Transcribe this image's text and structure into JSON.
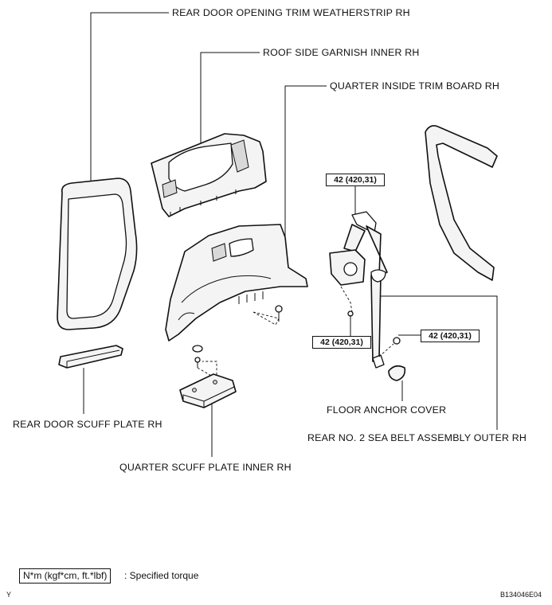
{
  "labels": {
    "weatherstrip": "REAR DOOR OPENING TRIM WEATHERSTRIP RH",
    "roof_garnish": "ROOF SIDE GARNISH INNER RH",
    "quarter_trim": "QUARTER INSIDE TRIM BOARD RH",
    "door_scuff": "REAR DOOR SCUFF PLATE RH",
    "quarter_scuff": "QUARTER SCUFF PLATE INNER RH",
    "floor_anchor_cover": "FLOOR ANCHOR COVER",
    "seat_belt": "REAR NO. 2 SEA BELT ASSEMBLY OUTER RH"
  },
  "torque_specs": [
    "42 (420,31)",
    "42 (420,31)",
    "42 (420,31)"
  ],
  "legend": {
    "box_text": "N*m (kgf*cm, ft.*lbf)",
    "description": ": Specified torque"
  },
  "corner_marks": {
    "left": "Y",
    "right": "B134046E04"
  }
}
